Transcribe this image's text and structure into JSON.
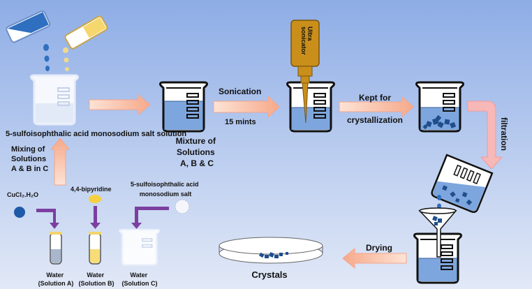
{
  "labels": {
    "salt_solution": "5-sulfoisophthalic acid monosodium salt solution",
    "mixing": [
      "Mixing of",
      "Solutions",
      "A & B in C"
    ],
    "mixture": [
      "Mixture of",
      "Solutions",
      "A, B & C"
    ],
    "sonication": "Sonication",
    "duration": "15 mints",
    "sonicator": [
      "Ultra",
      "sonicator"
    ],
    "kept_for": "Kept for",
    "crystallization": "crystallization",
    "filtration": "filtration",
    "drying": "Drying",
    "crystals": "Crystals",
    "cucl2": "CuCl₂.H₂O",
    "bipyridine": "4,4-bipyridine",
    "salt": [
      "5-sulfoisophthalic acid",
      "monosodium salt"
    ],
    "solution_a": [
      "Water",
      "(Solution A)"
    ],
    "solution_b": [
      "Water",
      "(Solution B)"
    ],
    "solution_c": [
      "Water",
      "(Solution C)"
    ]
  },
  "colors": {
    "background_top": "#8eade6",
    "background_bottom": "#dfe7f6",
    "liquid": "#7ea6de",
    "crystal": "#1f4e8c",
    "arrow": "#f7b9a0",
    "purple_arrow": "#7b3fa0",
    "sonicator": "#c98f1a",
    "yellow": "#f5d76e"
  }
}
